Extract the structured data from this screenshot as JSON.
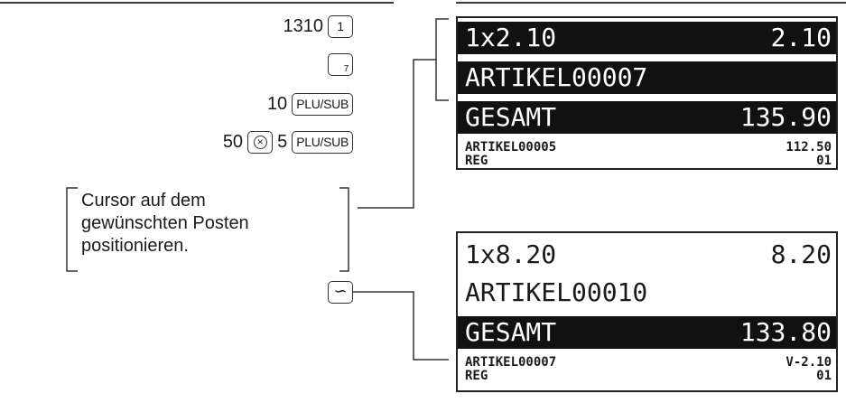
{
  "keys": {
    "line1": {
      "number": "1310",
      "key": "1"
    },
    "line2": {
      "key_sub": "7"
    },
    "line3": {
      "number": "10",
      "key": "PLU/SUB"
    },
    "line4": {
      "number": "50",
      "multiply_symbol": "×",
      "number2": "5",
      "key": "PLU/SUB"
    }
  },
  "note": {
    "line1": "Cursor auf dem",
    "line2": "gewünschten Posten",
    "line3": "positionieren."
  },
  "void_key": {
    "symbol": "∽"
  },
  "display1": {
    "row1": {
      "left": "1x2.10",
      "right": "2.10"
    },
    "row2": {
      "left": "ARTIKEL00007"
    },
    "row3": {
      "left": "GESAMT",
      "right": "135.90"
    },
    "row4": {
      "left": "ARTIKEL00005",
      "right": "112.50"
    },
    "row5": {
      "left": "REG",
      "right": "01"
    }
  },
  "display2": {
    "row1": {
      "left": "1x8.20",
      "right": "8.20"
    },
    "row2": {
      "left": "ARTIKEL00010"
    },
    "row3": {
      "left": "GESAMT",
      "right": "133.80"
    },
    "row4": {
      "left": "ARTIKEL00007",
      "right": "V-2.10"
    },
    "row5": {
      "left": "REG",
      "right": "01"
    }
  }
}
